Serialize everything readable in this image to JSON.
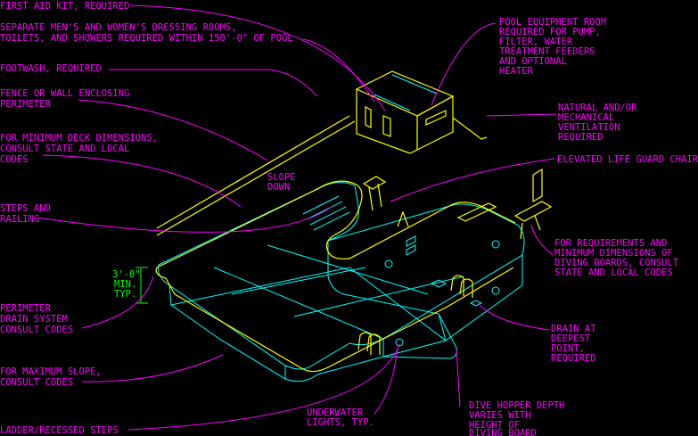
{
  "labels": {
    "first_aid": "FIRST AID KIT, REQUIRED",
    "dressing_1": "SEPARATE MEN'S AND WOMEN'S DRESSING ROOMS,",
    "dressing_2": "TOILETS, AND SHOWERS REQUIRED WITHIN 150'-0\" OF POOL",
    "footwash": "FOOTWASH, REQUIRED",
    "fence_1": "FENCE OR WALL ENCLOSING",
    "fence_2": "PERIMETER",
    "deck_1": "FOR MINIMUM DECK DIMENSIONS,",
    "deck_2": "CONSULT STATE AND LOCAL",
    "deck_3": "CODES",
    "steps_1": "STEPS AND",
    "steps_2": "RAILING",
    "perimeter_1": "PERIMETER",
    "perimeter_2": "DRAIN SYSTEM",
    "perimeter_3": "CONSULT CODES",
    "slope_1": "FOR MAXIMUM SLOPE,",
    "slope_2": "CONSULT CODES",
    "ladder": "LADDER/RECESSED STEPS",
    "pool_eq_1": "POOL EQUIPMENT ROOM",
    "pool_eq_2": "REQUIRED FOR PUMP,",
    "pool_eq_3": "FILTER, WATER",
    "pool_eq_4": "TREATMENT FEEDERS",
    "pool_eq_5": "AND OPTIONAL",
    "pool_eq_6": "HEATER",
    "vent_1": "NATURAL AND/OR",
    "vent_2": "MECHANICAL",
    "vent_3": "VENTILATION",
    "vent_4": "REQUIRED",
    "lifeguard": "ELEVATED LIFE GUARD CHAIR",
    "diving_1": "FOR REQUIREMENTS AND",
    "diving_2": "MINIMUM DIMENSIONS OF",
    "diving_3": "DIVING BOARDS, CONSULT",
    "diving_4": "STATE AND LOCAL CODES",
    "drain_1": "DRAIN AT",
    "drain_2": "DEEPEST",
    "drain_3": "POINT,",
    "drain_4": "REQUIRED",
    "hopper_1": "DIVE HOPPER DEPTH",
    "hopper_2": "VARIES WITH",
    "hopper_3": "HEIGHT OF",
    "hopper_4": "DIVING BOARD",
    "lights_1": "UNDERWATER",
    "lights_2": "LIGHTS, TYP.",
    "slope_down_1": "SLOPE",
    "slope_down_2": "DOWN",
    "depth_1": "3'-0\"",
    "depth_2": "MIN.",
    "depth_3": "TYP."
  },
  "colors": {
    "background": "#000000",
    "callout": "#ff00ff",
    "pool_outline": "#00ffff",
    "coping": "#ffff00",
    "dimension": "#00ff00"
  }
}
